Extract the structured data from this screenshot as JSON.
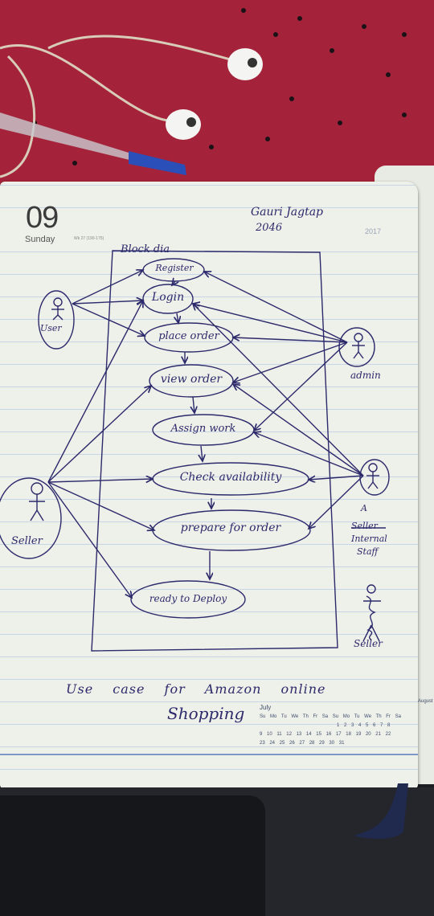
{
  "diary": {
    "day_number": "09",
    "day_name": "Sunday",
    "week_info": "Wk 27 (190-175)",
    "year_tab": "2017",
    "calendar": {
      "month": "July",
      "days_header": "Su Mo Tu We Th Fr Sa Su Mo Tu We Th Fr Sa",
      "row1": "1 2 3 4 5 6 7 8",
      "row2": "9 10 11 12 13 14 15 16 17 18 19 20 21 22",
      "row3": "23 24 25 26 27 28 29 30 31",
      "next_month": "August"
    }
  },
  "notes": {
    "author_name": "Gauri Jagtap",
    "author_id": "2046",
    "diagram_title": "Block dia",
    "caption_line1": "Use case for Amazon online",
    "caption_line2": "Shopping"
  },
  "actors": {
    "user": "User",
    "seller": "Seller",
    "admin": "admin",
    "internal_prefix": "A",
    "internal_struck": "Seller",
    "internal_line1": "Internal",
    "internal_line2": "Staff",
    "seller_right": "Seller"
  },
  "use_cases": [
    {
      "id": "register",
      "label": "Register"
    },
    {
      "id": "login",
      "label": "Login"
    },
    {
      "id": "place_order",
      "label": "place order"
    },
    {
      "id": "view_order",
      "label": "view order"
    },
    {
      "id": "assign_work",
      "label": "Assign work"
    },
    {
      "id": "check_availability",
      "label": "Check availability"
    },
    {
      "id": "prepare_order",
      "label": "prepare for order"
    },
    {
      "id": "ready_to_deploy",
      "label": "ready to Deploy"
    }
  ],
  "colors": {
    "ink": "#2c2a6b",
    "paper": "#eef0ea",
    "fabric": "#a4233a",
    "rule_lines": "#c7d5e6"
  }
}
